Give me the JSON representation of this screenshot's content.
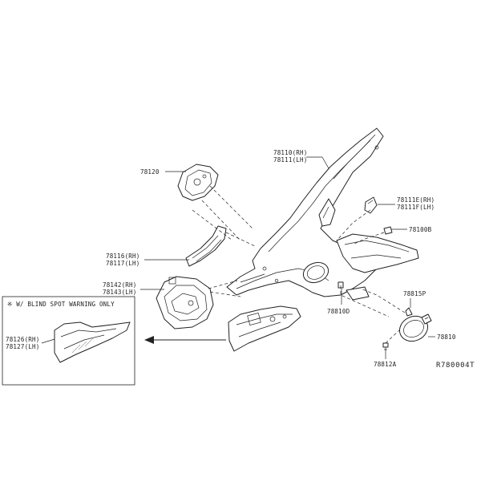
{
  "labels": {
    "p78120": "78120",
    "p78110": "78110(RH)",
    "p78111": "78111(LH)",
    "p78111E": "78111E(RH)",
    "p78111F": "78111F(LH)",
    "p78100B": "78100B",
    "p78116": "78116(RH)",
    "p78117": "78117(LH)",
    "p78142": "78142(RH)",
    "p78143": "78143(LH)",
    "p78815P": "78815P",
    "p78810": "78810",
    "p78810D": "78810D",
    "p78812A": "78812A",
    "p78126": "78126(RH)",
    "p78127": "78127(LH)"
  },
  "inset": {
    "title": "※ W/ BLIND SPOT WARNING ONLY"
  },
  "diagram_code": "R780004T",
  "icons": {
    "arrow": "left-arrow-icon",
    "note": "reference-mark"
  }
}
